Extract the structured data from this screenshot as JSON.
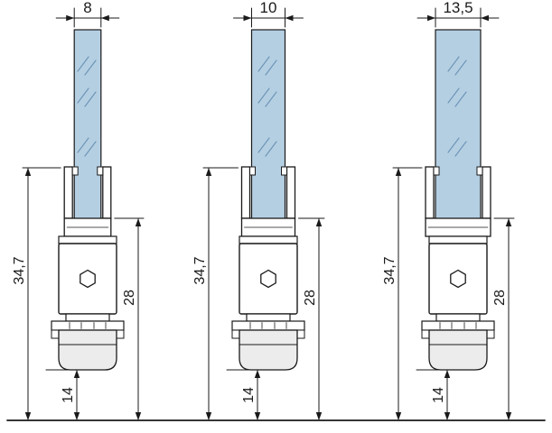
{
  "diagram": {
    "type": "technical-cross-section",
    "description_labels": [],
    "units": [
      {
        "glass_width_label": "8",
        "overall_height_label": "34,7",
        "body_height_label": "28",
        "drop_label": "14"
      },
      {
        "glass_width_label": "10",
        "overall_height_label": "34,7",
        "body_height_label": "28",
        "drop_label": "14"
      },
      {
        "glass_width_label": "13,5",
        "overall_height_label": "34,7",
        "body_height_label": "28",
        "drop_label": "14"
      }
    ],
    "colors": {
      "glass": "#b5cfe2",
      "glass_hatch": "#6e96b8",
      "outline": "#1a1a1a",
      "metal": "#ffffff",
      "seal": "#ececec",
      "dimension": "#1a1a1a",
      "background": "#ffffff"
    }
  }
}
